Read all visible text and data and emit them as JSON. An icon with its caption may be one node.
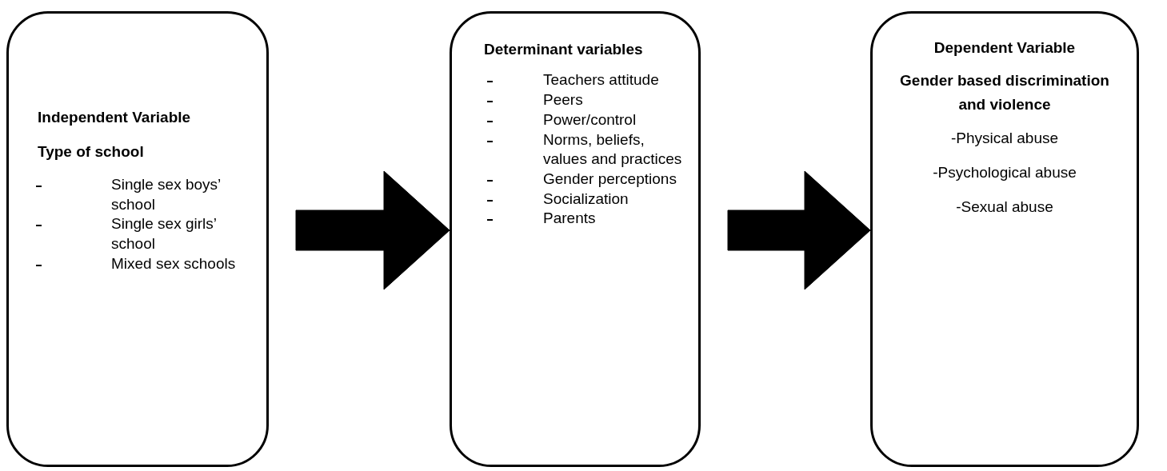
{
  "diagram": {
    "nodes": [
      {
        "text": [
          "Independent Variable",
          "Type of school",
          "Single sex boys’ school",
          "Single sex girls’ school",
          "Mixed sex schools"
        ]
      },
      {
        "text": [
          "Determinant variables",
          "Teachers attitude",
          "Peers",
          "Power/control",
          "Norms, beliefs, values and practices",
          "Gender perceptions",
          "Socialization",
          "Parents"
        ]
      },
      {
        "text": [
          "Dependent Variable",
          "Gender based discrimination and violence",
          "-Physical abuse",
          "-Psychological abuse",
          "-Sexual abuse"
        ]
      }
    ],
    "edges": [
      {
        "from": 0,
        "to": 1,
        "arrow": "to",
        "style": "thick"
      },
      {
        "from": 1,
        "to": 2,
        "arrow": "to",
        "style": "thick"
      }
    ]
  }
}
